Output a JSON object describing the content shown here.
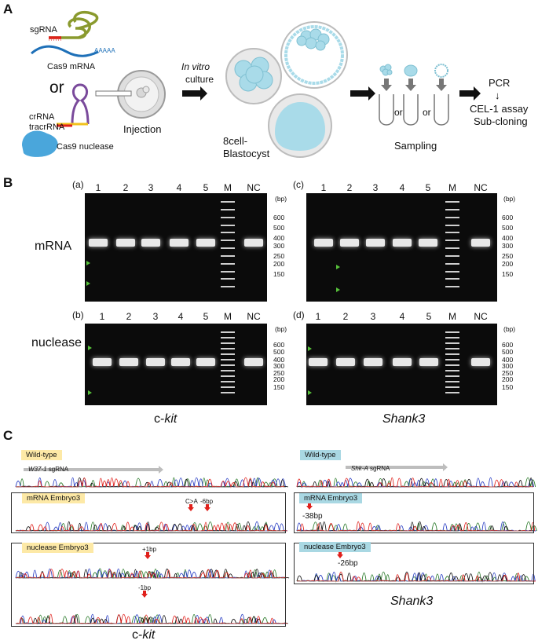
{
  "panels": {
    "A": "A",
    "B": "B",
    "C": "C"
  },
  "panelA": {
    "sgRNA": "sgRNA",
    "cas9_mrna": "Cas9 mRNA",
    "poly_a": "AAAAA",
    "or1": "or",
    "crRNA": "crRNA",
    "tracrRNA": "tracrRNA",
    "cas9_nuclease": "Cas9 nuclease",
    "injection": "Injection",
    "in_vitro": "In vitro",
    "culture": "culture",
    "eightcell": "8cell-",
    "blastocyst": "Blastocyst",
    "or2": "or",
    "or3": "or",
    "sampling": "Sampling",
    "pcr": "PCR",
    "down_arrow": "↓",
    "cel1": "CEL-1 assay",
    "subcloning": "Sub-cloning"
  },
  "panelB": {
    "row_mrna": "mRNA",
    "row_nuclease": "nuclease",
    "gene_ckit_prefix": "c-",
    "gene_ckit_italic": "kit",
    "gene_shank3": "Shank3",
    "gels": [
      {
        "id": "(a)",
        "lanes": [
          "1",
          "2",
          "3",
          "4",
          "5",
          "M",
          "NC"
        ]
      },
      {
        "id": "(b)",
        "lanes": [
          "1",
          "2",
          "3",
          "4",
          "5",
          "M",
          "NC"
        ]
      },
      {
        "id": "(c)",
        "lanes": [
          "1",
          "2",
          "3",
          "4",
          "5",
          "M",
          "NC"
        ]
      },
      {
        "id": "(d)",
        "lanes": [
          "1",
          "2",
          "3",
          "4",
          "5",
          "M",
          "NC"
        ]
      }
    ],
    "bp_unit": "(bp)",
    "bp_ticks": [
      "600",
      "500",
      "400",
      "300",
      "250",
      "200",
      "150"
    ]
  },
  "panelC": {
    "ckit_wt": "Wild-type",
    "ckit_sgrna_italic": "W37-1",
    "ckit_sgrna": " sgRNA",
    "ckit_mrna": "mRNA Embryo3",
    "ckit_mrna_mut1": "C>A",
    "ckit_mrna_mut2": "-6bp",
    "ckit_nuc": "nuclease Embryo3",
    "ckit_nuc_mut1": "+1bp",
    "ckit_nuc_mut2": "-1bp",
    "shank_wt": "Wild-type",
    "shank_sgrna_italic": "Shk-A",
    "shank_sgrna": " sgRNA",
    "shank_mrna": "mRNA Embryo3",
    "shank_mrna_mut": "-38bp",
    "shank_nuc": "nuclease Embryo3",
    "shank_nuc_mut": "-26bp",
    "label_shank3": "Shank3",
    "label_ckit_prefix": "c-",
    "label_ckit_italic": "kit"
  },
  "colors": {
    "sgrna_green": "#8a9a2e",
    "mrna_blue": "#1e70b8",
    "red": "#e0201b",
    "purple": "#7a4a9b",
    "yellow": "#f1c21b",
    "cell_blue": "#a9dbe9",
    "arrow_green": "#57c13b",
    "tag_yellow": "#fde9a6",
    "tag_blue": "#a9d8e3"
  }
}
